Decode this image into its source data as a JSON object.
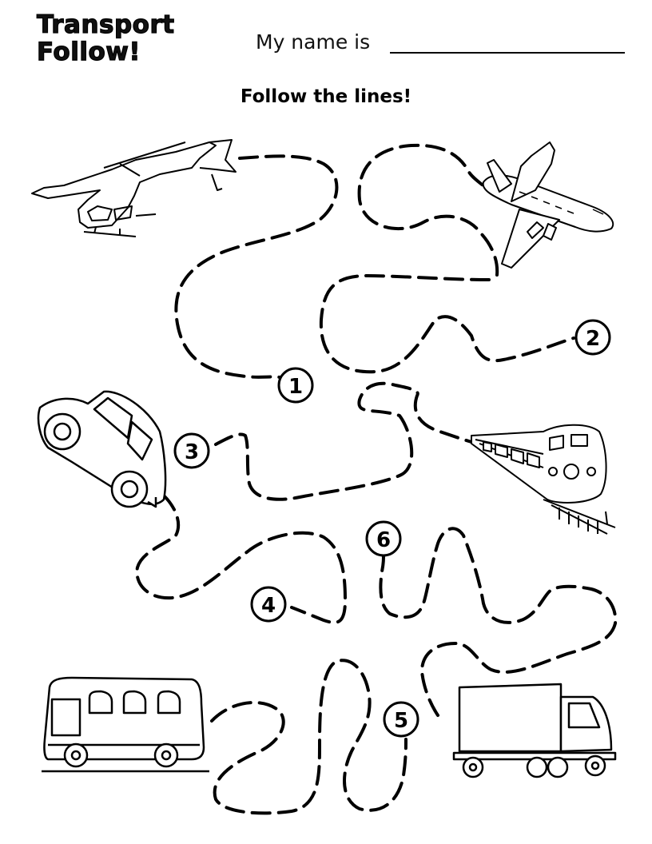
{
  "header": {
    "title_line1": "Transport",
    "title_line2": "Follow!",
    "name_label": "My name is"
  },
  "instruction": "Follow the lines!",
  "numbers": [
    "1",
    "2",
    "3",
    "4",
    "5",
    "6"
  ],
  "icons": [
    "helicopter-icon",
    "airplane-icon",
    "car-icon",
    "train-icon",
    "bus-icon",
    "truck-icon"
  ],
  "colors": {
    "ink": "#000000",
    "paper": "#ffffff"
  }
}
